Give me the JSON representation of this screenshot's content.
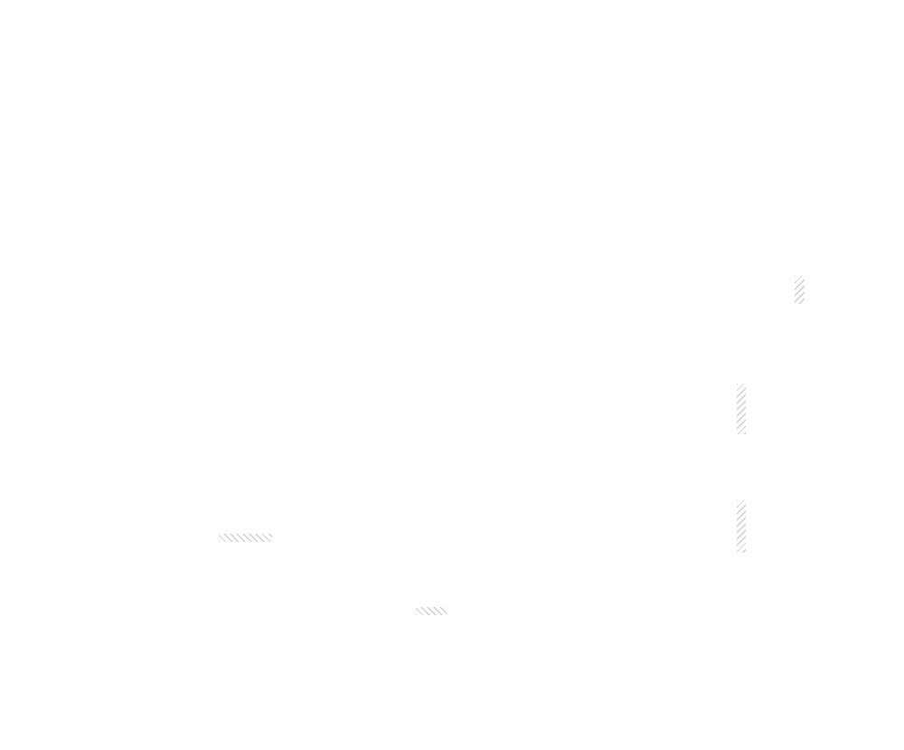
{
  "canvas": {
    "background": "#ffffff"
  },
  "colors": {
    "hatch_stroke": "#b3b0d6"
  },
  "decorations": [
    {
      "name": "hatch-mark",
      "pattern": "back-slash"
    },
    {
      "name": "hatch-mark",
      "pattern": "back-slash"
    },
    {
      "name": "hatch-mark",
      "pattern": "back-slash"
    },
    {
      "name": "hatch-mark",
      "pattern": "forward-slash"
    },
    {
      "name": "hatch-mark",
      "pattern": "forward-slash"
    }
  ]
}
